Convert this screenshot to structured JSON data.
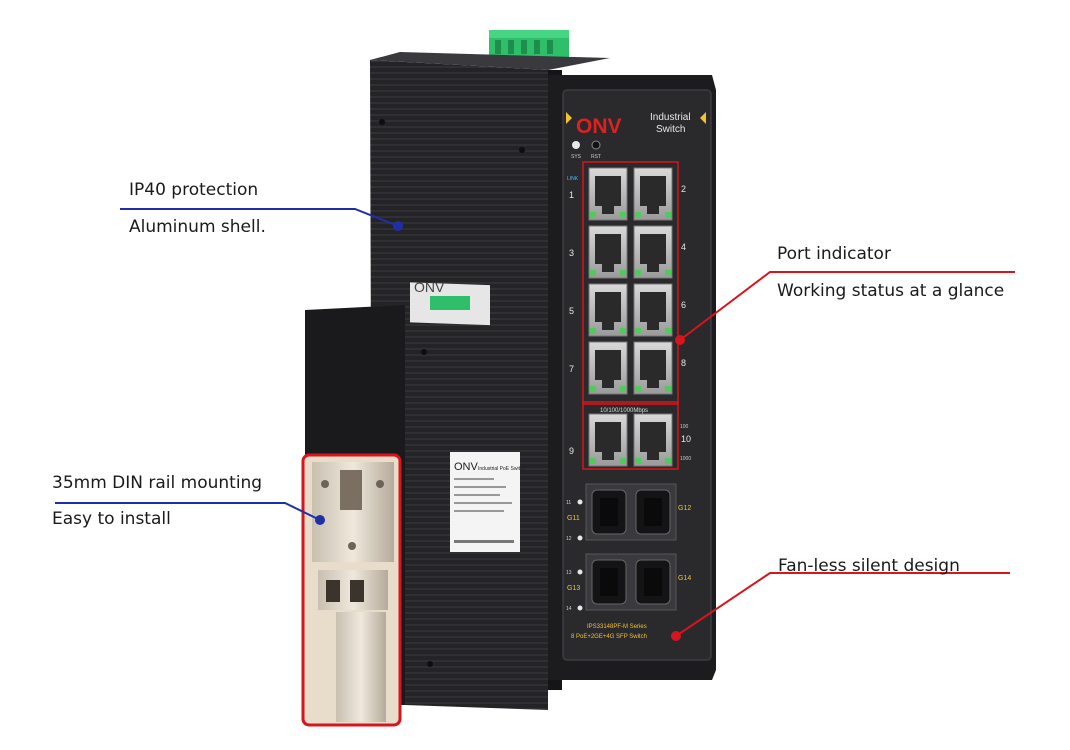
{
  "callouts": {
    "ip40": {
      "line1": "IP40 protection",
      "line2": "Aluminum shell."
    },
    "port": {
      "line1": "Port indicator",
      "line2": "Working status at a glance"
    },
    "din": {
      "line1": "35mm DIN rail mounting",
      "line2": "Easy to install"
    },
    "fan": {
      "line1": "Fan-less silent design"
    }
  },
  "device": {
    "brand": "ONV",
    "product_line1": "Industrial",
    "product_line2": "Switch",
    "sys_label": "SYS",
    "rst_label": "RST",
    "link_label": "LINK",
    "port_numbers": [
      "1",
      "2",
      "3",
      "4",
      "5",
      "6",
      "7",
      "8"
    ],
    "uplink_numbers": [
      "9",
      "10"
    ],
    "speed_label": "10/100/1000Mbps",
    "speed_leds": [
      "100",
      "1000"
    ],
    "sfp_labels": [
      "G11",
      "G12",
      "G13",
      "G14"
    ],
    "sfp_led_numbers": [
      "11",
      "12",
      "13",
      "14"
    ],
    "model_line1": "IPS33148PF-M Series",
    "model_line2": "8 PoE+2GE+4G SFP Switch",
    "side_label_brand": "ONV",
    "side_label_text": "Industrial PoE Switch"
  },
  "colors": {
    "accent_blue": "#1f2fa8",
    "accent_red": "#d8141c",
    "brand_red": "#e0201f",
    "brand_yellow": "#f1c232",
    "body_dark": "#1c1c1e",
    "terminal_green": "#2fbf6a"
  }
}
